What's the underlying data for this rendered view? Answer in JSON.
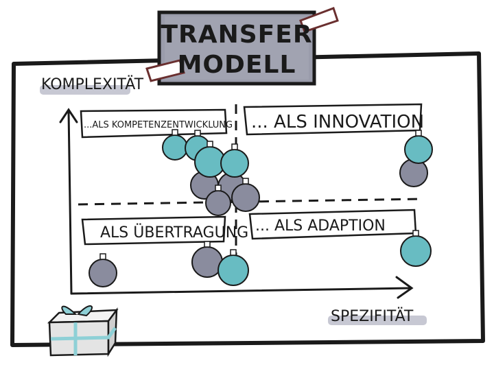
{
  "title": {
    "line1": "TRANSFER",
    "line2": "MODELL"
  },
  "axes": {
    "y_label": "KOMPLEXITÄT",
    "x_label": "SPEZIFITÄT"
  },
  "quadrants": {
    "top_left": "...ALS KOMPETENZENTWICKLUNG",
    "top_right": "... ALS INNOVATION",
    "bottom_left": "ALS ÜBERTRAGUNG",
    "bottom_right": "... ALS ADAPTION"
  },
  "colors": {
    "teal": "#68bcc2",
    "grey": "#8a8c9e",
    "ink": "#1a1a1a",
    "title_box": "#9a9cab",
    "shadow": "#c7c8d3",
    "ribbon": "#8ed0d6",
    "gift_box": "#e4e4e4",
    "tape": "#6a2f2f"
  },
  "icons": [
    "christmas-ornament-icon",
    "gift-box-icon"
  ]
}
